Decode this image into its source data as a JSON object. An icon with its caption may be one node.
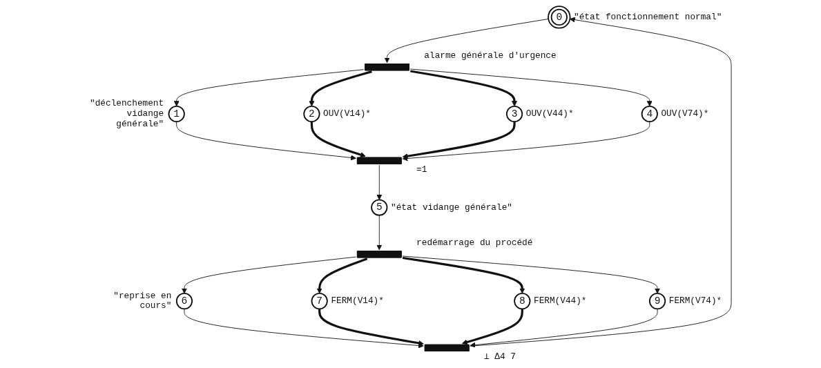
{
  "diagram": {
    "nodes": [
      {
        "text": [
          "0"
        ],
        "beside": [
          "\"état fonctionnement normal\""
        ]
      },
      {
        "text": [],
        "shape": "bar",
        "beside": [
          "alarme générale d'urgence"
        ]
      },
      {
        "text": [
          "1"
        ],
        "beside": [
          "\"déclenchement vidange générale\""
        ]
      },
      {
        "text": [
          "2"
        ],
        "beside": [
          "OUV(V14)*"
        ]
      },
      {
        "text": [
          "3"
        ],
        "beside": [
          "OUV(V44)*"
        ]
      },
      {
        "text": [
          "4"
        ],
        "beside": [
          "OUV(V74)*"
        ]
      },
      {
        "text": [],
        "shape": "bar",
        "beside": [
          "=1"
        ]
      },
      {
        "text": [
          "5"
        ],
        "beside": [
          "\"état vidange générale\""
        ]
      },
      {
        "text": [],
        "shape": "bar",
        "beside": [
          "redémarrage du procédé"
        ]
      },
      {
        "text": [
          "6"
        ],
        "beside": [
          "\"reprise en cours\""
        ]
      },
      {
        "text": [
          "7"
        ],
        "beside": [
          "FERM(V14)*"
        ]
      },
      {
        "text": [
          "8"
        ],
        "beside": [
          "FERM(V44)*"
        ]
      },
      {
        "text": [
          "9"
        ],
        "beside": [
          "FERM(V74)*"
        ]
      },
      {
        "text": [],
        "shape": "bar",
        "beside": [
          "⊥ Δ4 7"
        ]
      }
    ],
    "edges": [
      {
        "from": 0,
        "to": 1,
        "arrow": "to"
      },
      {
        "from": 1,
        "to": 2,
        "arrow": "to"
      },
      {
        "from": 1,
        "to": 3,
        "arrow": "to",
        "style": "thick"
      },
      {
        "from": 1,
        "to": 4,
        "arrow": "to",
        "style": "thick"
      },
      {
        "from": 1,
        "to": 5,
        "arrow": "to"
      },
      {
        "from": 2,
        "to": 6,
        "arrow": "to"
      },
      {
        "from": 3,
        "to": 6,
        "arrow": "to",
        "style": "thick"
      },
      {
        "from": 4,
        "to": 6,
        "arrow": "to",
        "style": "thick"
      },
      {
        "from": 5,
        "to": 6,
        "arrow": "to"
      },
      {
        "from": 6,
        "to": 7,
        "arrow": "to"
      },
      {
        "from": 7,
        "to": 8,
        "arrow": "to"
      },
      {
        "from": 8,
        "to": 9,
        "arrow": "to"
      },
      {
        "from": 8,
        "to": 10,
        "arrow": "to",
        "style": "thick"
      },
      {
        "from": 8,
        "to": 11,
        "arrow": "to",
        "style": "thick"
      },
      {
        "from": 8,
        "to": 12,
        "arrow": "to"
      },
      {
        "from": 9,
        "to": 13,
        "arrow": "to"
      },
      {
        "from": 10,
        "to": 13,
        "arrow": "to",
        "style": "thick"
      },
      {
        "from": 11,
        "to": 13,
        "arrow": "to",
        "style": "thick"
      },
      {
        "from": 12,
        "to": 13,
        "arrow": "to"
      },
      {
        "from": 13,
        "to": 0,
        "arrow": "to"
      }
    ]
  }
}
